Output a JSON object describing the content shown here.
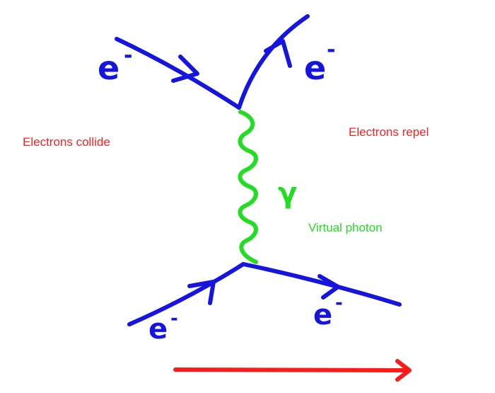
{
  "labels": {
    "left_caption": "Electrons collide",
    "right_caption": "Electrons repel",
    "photon_caption": "Virtual photon",
    "photon_symbol": "γ",
    "electron_top_in": "e",
    "electron_top_out": "e",
    "electron_bottom_in": "e",
    "electron_bottom_out": "e",
    "minus_sign": "-"
  },
  "colors": {
    "electron_line": "#1515e0",
    "photon_line": "#22dd22",
    "caption_text": "#ff2020",
    "photon_text": "#22dd22",
    "time_arrow": "#ff1a1a"
  }
}
